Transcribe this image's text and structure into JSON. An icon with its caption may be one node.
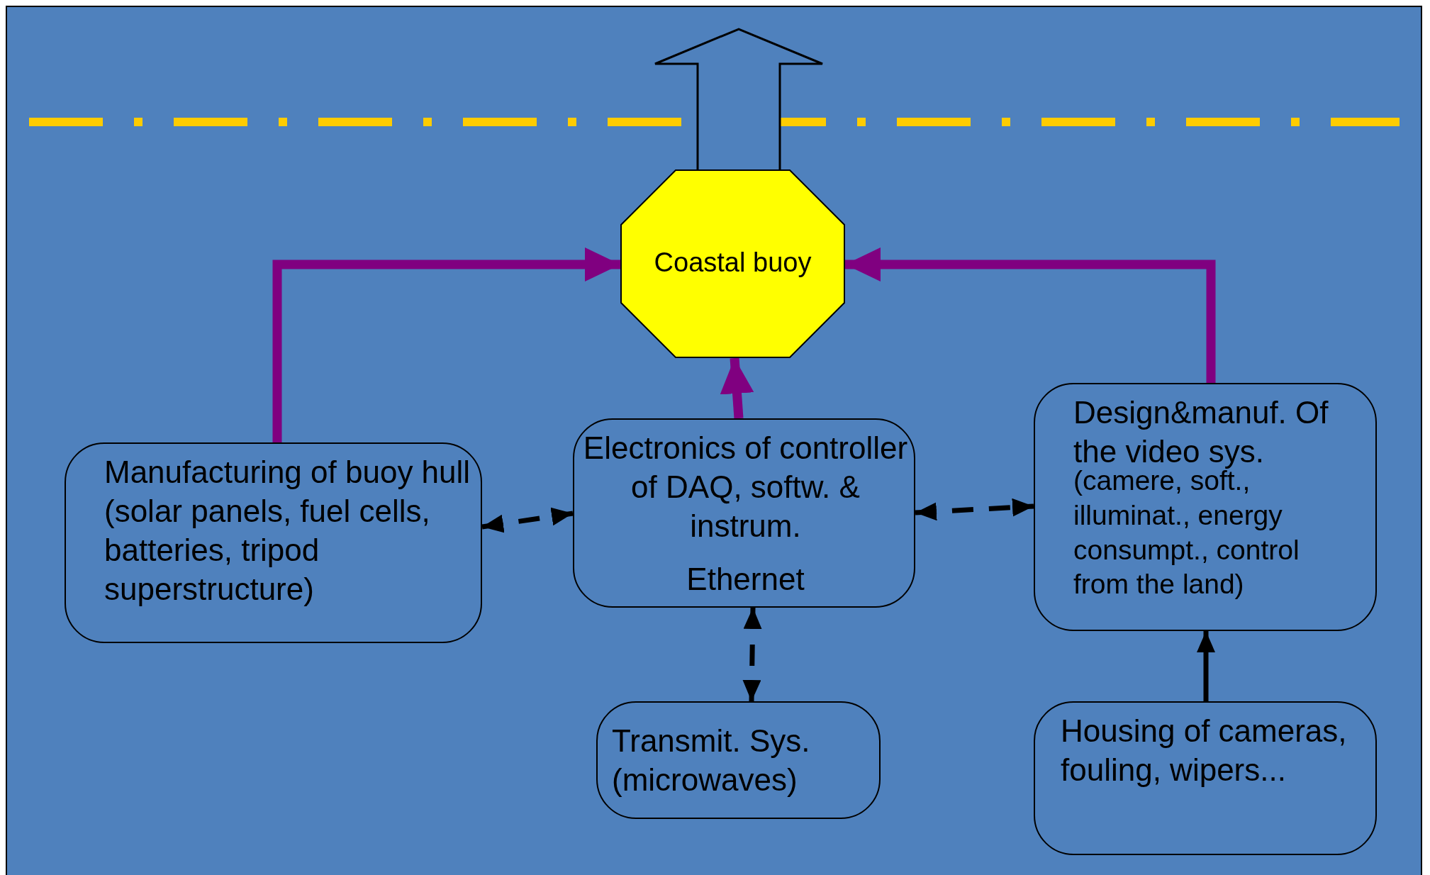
{
  "diagram": {
    "nodes": [
      {
        "text": [
          "Coastal buoy"
        ]
      },
      {
        "text": [
          "Manufacturing of buoy hull (solar panels, fuel cells, batteries, tripod superstructure)"
        ]
      },
      {
        "text": [
          "Electronics of controller of DAQ, softw. & instrum.",
          "Ethernet"
        ]
      },
      {
        "text": [
          "Design&manuf. Of the video sys.",
          "(camere, soft., illuminat., energy consumpt., control from the land)"
        ]
      },
      {
        "text": [
          "Transmit. Sys. (microwaves)"
        ]
      },
      {
        "text": [
          "Housing of cameras, fouling, wipers..."
        ]
      }
    ],
    "edges": [
      {
        "from": 1,
        "to": 0,
        "arrow": "to",
        "style": "thick",
        "color": "#800080"
      },
      {
        "from": 3,
        "to": 0,
        "arrow": "to",
        "style": "thick",
        "color": "#800080"
      },
      {
        "from": 2,
        "to": 0,
        "arrow": "to",
        "style": "thick",
        "color": "#800080"
      },
      {
        "from": 1,
        "to": 2,
        "arrow": "both",
        "style": "dashed"
      },
      {
        "from": 2,
        "to": 3,
        "arrow": "both",
        "style": "dashed"
      },
      {
        "from": 2,
        "to": 4,
        "arrow": "both",
        "style": "dashed"
      },
      {
        "from": 5,
        "to": 3,
        "arrow": "to"
      },
      {
        "from": 0,
        "to": null,
        "arrow": "to"
      }
    ]
  }
}
